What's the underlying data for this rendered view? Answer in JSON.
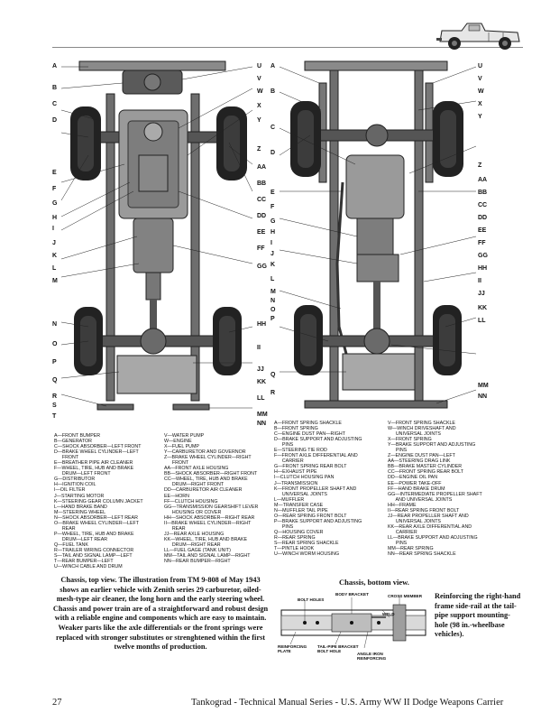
{
  "left_callouts": [
    "A",
    "B",
    "C",
    "D",
    "E",
    "F",
    "G",
    "H",
    "I",
    "J",
    "K",
    "L",
    "M",
    "N",
    "O",
    "P",
    "Q",
    "R",
    "S",
    "T"
  ],
  "mid_right_callouts": [
    "U",
    "V",
    "W",
    "X",
    "Y",
    "Z",
    "AA",
    "BB",
    "CC",
    "DD",
    "EE",
    "FF",
    "GG",
    "HH",
    "II",
    "JJ",
    "KK",
    "LL",
    "MM",
    "NN"
  ],
  "bottom_left_callouts": [
    "A",
    "B",
    "C",
    "D",
    "E",
    "F",
    "G",
    "H",
    "I",
    "J",
    "K",
    "L",
    "M",
    "N",
    "O",
    "P",
    "Q",
    "R"
  ],
  "bottom_right_callouts": [
    "U",
    "V",
    "W",
    "X",
    "Y",
    "Z",
    "AA",
    "BB",
    "CC",
    "DD",
    "EE",
    "FF",
    "GG",
    "HH",
    "II",
    "JJ",
    "KK",
    "LL",
    "MM",
    "NN"
  ],
  "legend_top_col1": [
    "A—FRONT BUMPER",
    "B—GENERATOR",
    "C—SHOCK ABSORBER—LEFT FRONT",
    "D—BRAKE WHEEL CYLINDER—LEFT",
    "      FRONT",
    "E—BREATHER PIPE AIR CLEANER",
    "F—WHEEL, TIRE, HUB AND BRAKE",
    "      DRUM—LEFT FRONT",
    "G—DISTRIBUTOR",
    "H—IGNITION COIL",
    "I—OIL FILTER",
    "J—STARTING MOTOR",
    "K—STEERING GEAR COLUMN JACKET",
    "L—HAND BRAKE BAND",
    "M—STEERING WHEEL",
    "N—SHOCK ABSORBER—LEFT REAR",
    "O—BRAKE WHEEL CYLINDER—LEFT",
    "      REAR",
    "P—WHEEL, TIRE, HUB AND BRAKE",
    "      DRUM—LEFT REAR",
    "Q—FUEL TANK",
    "R—TRAILER WIRING CONNECTOR",
    "S—TAIL AND SIGNAL LAMP—LEFT",
    "T—REAR BUMPER—LEFT",
    "U—WINCH CABLE AND DRUM"
  ],
  "legend_top_col2": [
    "V—WATER PUMP",
    "W—ENGINE",
    "X—FUEL PUMP",
    "Y—CARBURETOR AND GOVERNOR",
    "Z—BRAKE WHEEL CYLINDER—RIGHT",
    "      FRONT",
    "AA—FRONT AXLE HOUSING",
    "BB—SHOCK ABSORBER—RIGHT FRONT",
    "CC—WHEEL, TIRE, HUB AND BRAKE",
    "      DRUM—RIGHT FRONT",
    "DD—CARBURETOR AIR CLEANER",
    "EE—HORN",
    "FF—CLUTCH HOUSING",
    "GG—TRANSMISSION GEARSHIFT LEVER",
    "      HOUSING OR COVER",
    "HH—SHOCK ABSORBER—RIGHT REAR",
    "II—BRAKE WHEEL CYLINDER—RIGHT",
    "      REAR",
    "JJ—REAR AXLE HOUSING",
    "KK—WHEEL, TIRE, HUB AND BRAKE",
    "      DRUM—RIGHT REAR",
    "LL—FUEL GAGE (TANK UNIT)",
    "MM—TAIL AND SIGNAL LAMP—RIGHT",
    "NN—REAR BUMPER—RIGHT"
  ],
  "legend_bottom_col1": [
    "A—FRONT SPRING SHACKLE",
    "B—FRONT SPRING",
    "C—ENGINE DUST PAN—RIGHT",
    "D—BRAKE SUPPORT AND ADJUSTING",
    "      PINS",
    "E—STEERING TIE ROD",
    "F—FRONT AXLE DIFFERENTIAL AND",
    "      CARRIER",
    "G—FRONT SPRING REAR BOLT",
    "H—EXHAUST PIPE",
    "I—CLUTCH HOUSING PAN",
    "J—TRANSMISSION",
    "K—FRONT PROPELLER SHAFT AND",
    "      UNIVERSAL JOINTS",
    "L—MUFFLER",
    "M—TRANSFER CASE",
    "N—MUFFLER TAIL PIPE",
    "O—REAR SPRING FRONT BOLT",
    "P—BRAKE SUPPORT AND ADJUSTING",
    "      PINS",
    "Q—HOUSING COVER",
    "R—REAR SPRING",
    "S—REAR SPRING SHACKLE",
    "T—PINTLE HOOK",
    "U—WINCH WORM HOUSING"
  ],
  "legend_bottom_col2": [
    "V—FRONT SPRING SHACKLE",
    "W—WINCH DRIVESHAFT AND",
    "      UNIVERSAL JOINTS",
    "X—FRONT SPRING",
    "Y—BRAKE SUPPORT AND ADJUSTING",
    "      PINS",
    "Z—ENGINE DUST PAN—LEFT",
    "AA—STEERING DRAG LINK",
    "BB—BRAKE MASTER CYLINDER",
    "CC—FRONT SPRING REAR BOLT",
    "DD—ENGINE OIL PAN",
    "EE—POWER TAKE-OFF",
    "FF—HAND BRAKE DRUM",
    "GG—INTERMEDIATE PROPELLER SHAFT",
    "      AND UNIVERSAL JOINTS",
    "HH—FRAME",
    "II—REAR SPRING FRONT BOLT",
    "JJ—REAR PROPELLER SHAFT AND",
    "      UNIVERSAL JOINTS",
    "KK—REAR AXLE DIFFERENTIAL AND",
    "      CARRIER",
    "LL—BRAKE SUPPORT AND ADJUSTING",
    "      PINS",
    "MM—REAR SPRING",
    "NN—REAR SPRING SHACKLE"
  ],
  "caption_top": "Chassis, top view. The illustration from TM 9-808 of May 1943 shows an earlier vehicle with Zenith series 29 carburetor, oiled-mesh-type air cleaner, the long horn and the early steering wheel. Chassis and power train are of a straightforward and robust design with a reliable engine and components which are easy to maintain. Weaker parts like the axle differentials or the front springs were replaced with stronger substitutes or strenghtened within the first twelve months of production.",
  "caption_bottom": "Chassis, bottom view.",
  "caption_detail": "Reinforcing the right-hand frame side-rail at the tail-pipe support mounting-hole (98 in.-wheelbase vehicles).",
  "detail_labels": {
    "body_bracket": "BODY BRACKET",
    "bolt_holes": "BOLT HOLES",
    "cross_member": "CROSS MEMBER",
    "weld": "WELD",
    "reinforcing_plate": "REINFORCING PLATE",
    "tail_pipe_bracket": "TAIL-PIPE BRACKET BOLT HOLE",
    "angle_iron": "ANGLE IRON REINFORCING"
  },
  "footer": {
    "page_number": "27",
    "series_title": "Tankograd - Technical Manual Series - U.S. Army WW II Dodge Weapons Carrier"
  }
}
